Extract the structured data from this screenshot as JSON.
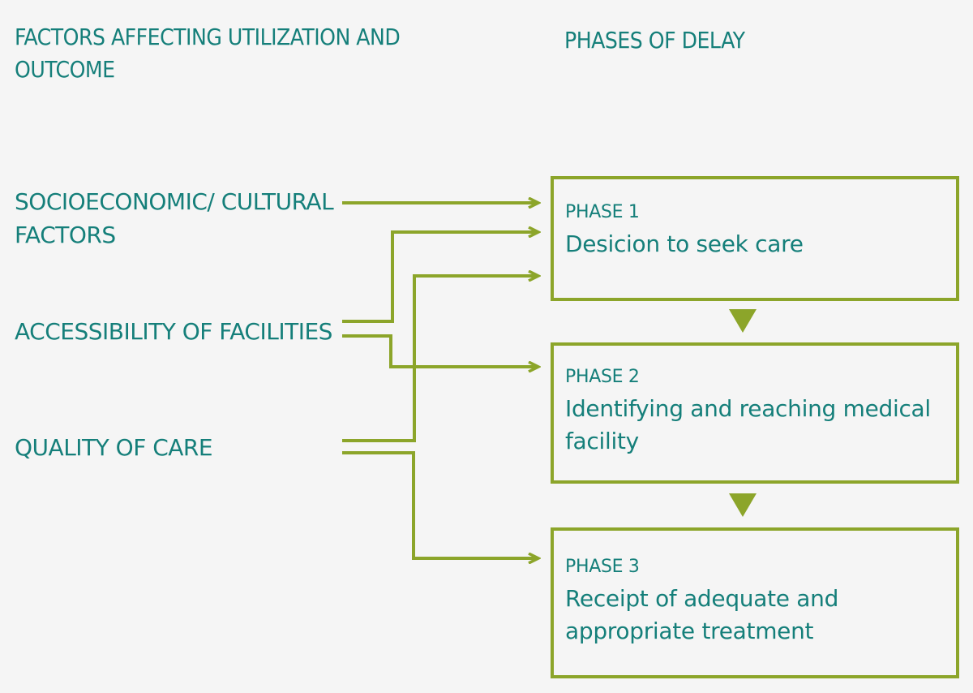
{
  "headings": {
    "factors": "FACTORS AFFECTING UTILIZATION AND OUTCOME",
    "phases": "PHASES OF DELAY"
  },
  "factors": [
    {
      "label": "SOCIOECONOMIC/ CULTURAL FACTORS"
    },
    {
      "label": "ACCESSIBILITY OF FACILITIES"
    },
    {
      "label": "QUALITY OF CARE"
    }
  ],
  "phases": [
    {
      "label": "PHASE 1",
      "description": "Desicion to seek care"
    },
    {
      "label": "PHASE 2",
      "description": "Identifying and reaching medical facility"
    },
    {
      "label": "PHASE 3",
      "description": "Receipt of adequate and appropriate treatment"
    }
  ],
  "colors": {
    "accent": "#8ca52a",
    "text": "#157f7a",
    "background": "#f5f5f5"
  }
}
